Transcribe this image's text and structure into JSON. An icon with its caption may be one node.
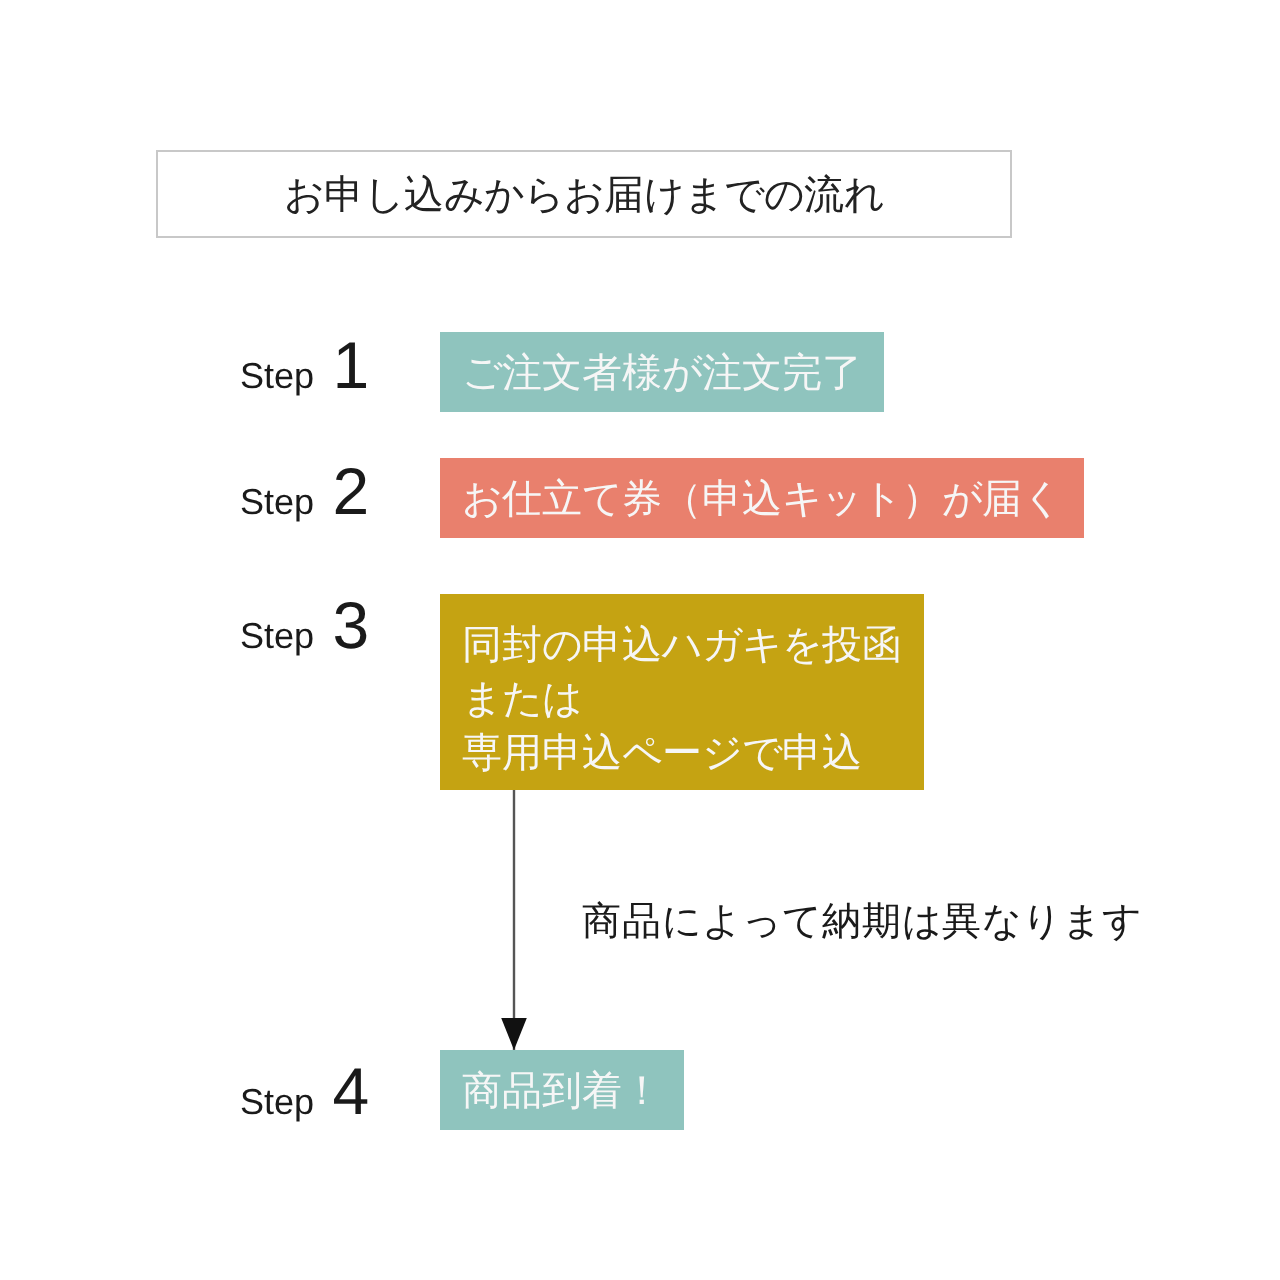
{
  "diagram": {
    "title": "お申し込みからお届けまでの流れ",
    "nodes": [
      {
        "text": [
          "ご注文者様が注文完了"
        ],
        "beside": [
          "Step 1"
        ]
      },
      {
        "text": [
          "お仕立て券（申込キット）が届く"
        ],
        "beside": [
          "Step 2"
        ]
      },
      {
        "text": [
          "同封の申込ハガキを投函",
          "または",
          "専用申込ページで申込"
        ],
        "beside": [
          "Step 3"
        ]
      },
      {
        "text": [
          "商品到着！"
        ],
        "beside": [
          "Step 4"
        ]
      }
    ],
    "edges": [
      {
        "from": 2,
        "to": 3,
        "arrow": "to",
        "label": "商品によって納期は異なります"
      }
    ]
  }
}
